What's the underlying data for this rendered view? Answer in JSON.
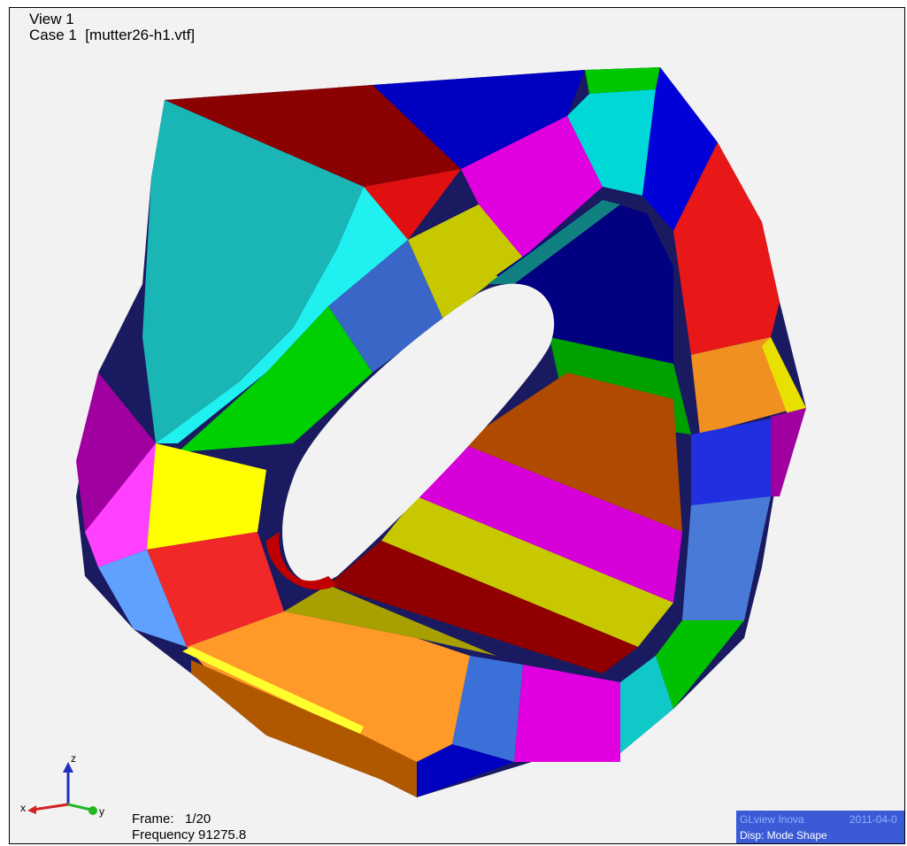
{
  "viewport": {
    "view_title": "View 1",
    "case_title": "Case 1  [mutter26-h1.vtf]"
  },
  "animation": {
    "frame_label": "Frame:",
    "frame_value": "1/20",
    "frequency_label": "Frequency",
    "frequency_value": "91275.8"
  },
  "branding": {
    "product": "GLview Inova",
    "date": "2011-04-0",
    "display_mode": "Disp: Mode Shape"
  },
  "axes": {
    "x": "x",
    "y": "y",
    "z": "z",
    "x_color": "#d42020",
    "y_color": "#22b822",
    "z_color": "#2030c0"
  },
  "colors": {
    "background": "#f2f2f2",
    "brand_panel": "#3b5bd6",
    "palette": [
      "#1ab6b6",
      "#8b0000",
      "#0000c8",
      "#ff00ff",
      "#00e0e0",
      "#e00000",
      "#00d000",
      "#ffff00",
      "#ff9020",
      "#3a70d8",
      "#c0c000",
      "#a000a0",
      "#ff60ff",
      "#60a0ff",
      "#00a000",
      "#c05000"
    ]
  }
}
